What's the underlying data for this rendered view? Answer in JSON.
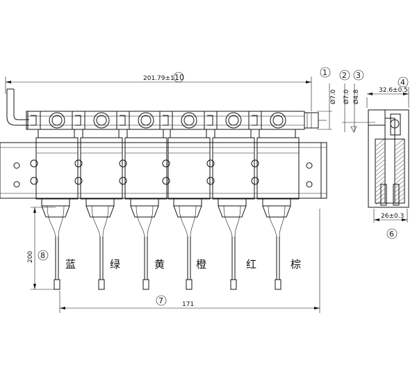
{
  "balloons": [
    "1",
    "2",
    "3",
    "4",
    "6",
    "7",
    "8",
    "10"
  ],
  "dimensions": {
    "overall_length": "201.79±1",
    "d1": "Ø7.0",
    "d2": "Ø7.0",
    "d3": "Ø4.8",
    "top_width": "32.6±0.5",
    "bottom_width": "26±0.3",
    "wire_length": "200",
    "lead_span": "171"
  },
  "wire_colors": [
    "蓝",
    "绿",
    "黄",
    "橙",
    "红",
    "棕"
  ]
}
